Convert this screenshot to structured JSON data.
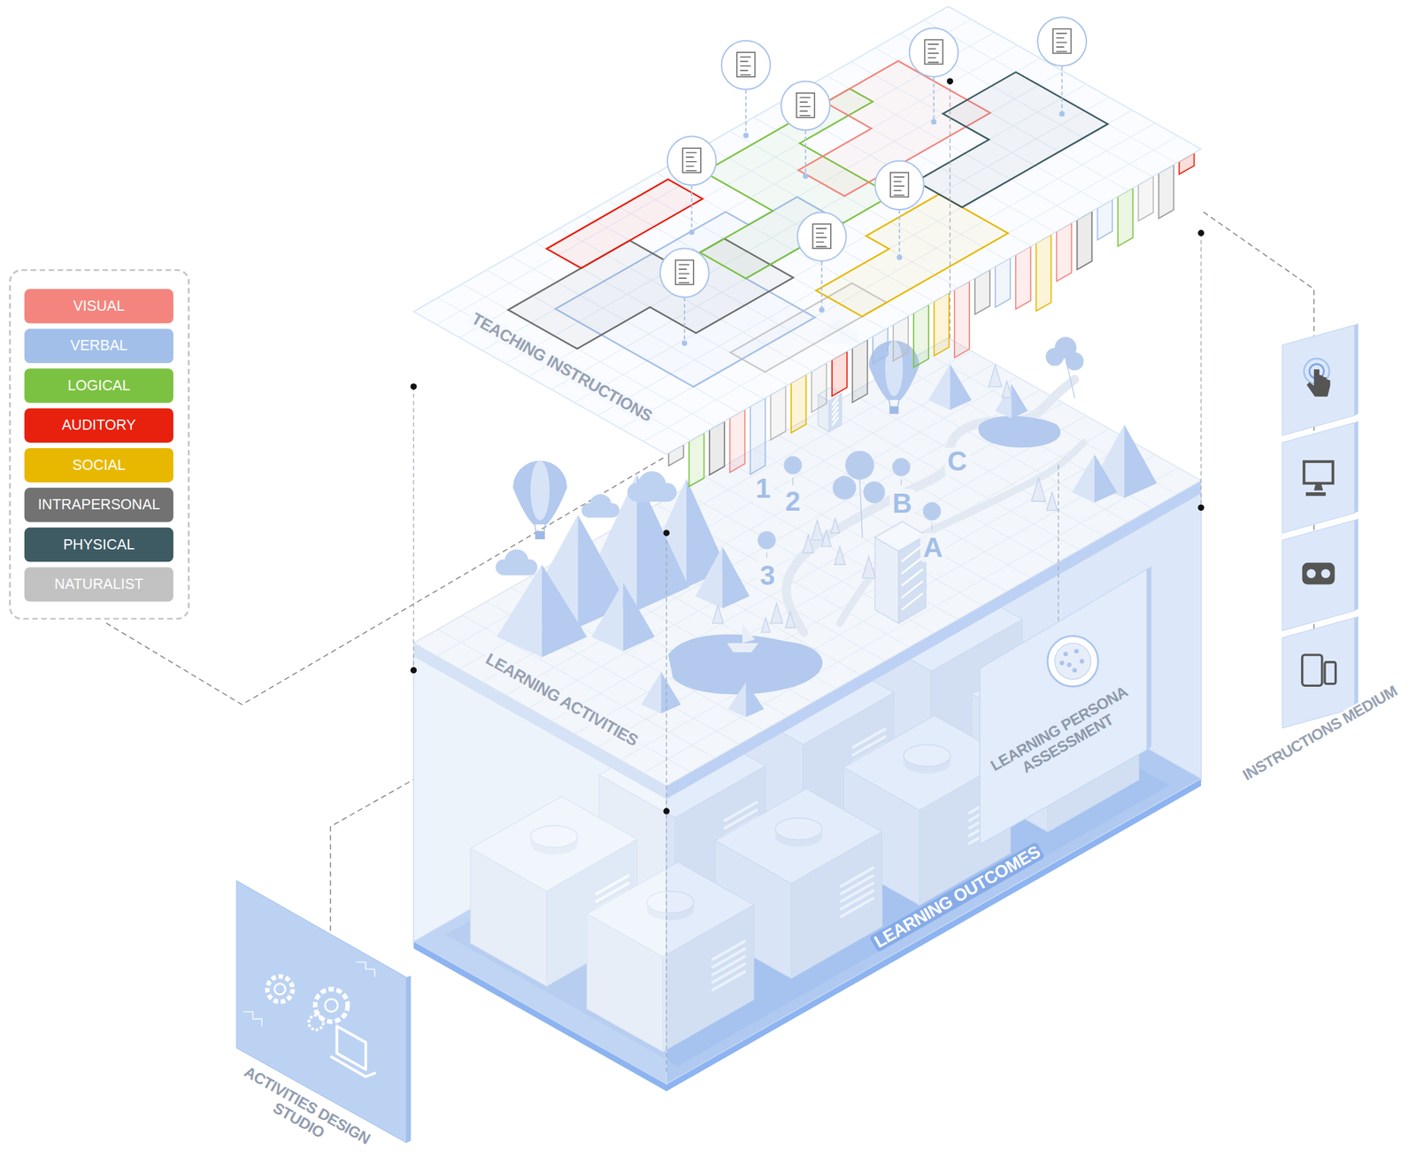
{
  "diagram": {
    "nodes": [
      {
        "text": [
          "LEARNING PERSONA ASSESSMENT"
        ]
      },
      {
        "text": [
          "ACTIVITIES DESIGN STUDIO"
        ]
      }
    ],
    "labels": [
      "TEACHING INSTRUCTIONS",
      "1",
      "2",
      "3",
      "A",
      "B",
      "C",
      "LEARNING ACTIVITIES",
      "LEARNING OUTCOMES",
      "INSTRUCTIONS MEDIUM"
    ],
    "legend": [
      {
        "text": "VISUAL",
        "color": "#f4857e"
      },
      {
        "text": "VERBAL",
        "color": "#a2bfea"
      },
      {
        "text": "LOGICAL",
        "color": "#7cc242"
      },
      {
        "text": "AUDITORY",
        "color": "#e8200e"
      },
      {
        "text": "SOCIAL",
        "color": "#e8b800"
      },
      {
        "text": "INTRAPERSONAL",
        "color": "#727272"
      },
      {
        "text": "PHYSICAL",
        "color": "#3e5b64"
      },
      {
        "text": "NATURALIST",
        "color": "#c2c2c2"
      }
    ]
  }
}
